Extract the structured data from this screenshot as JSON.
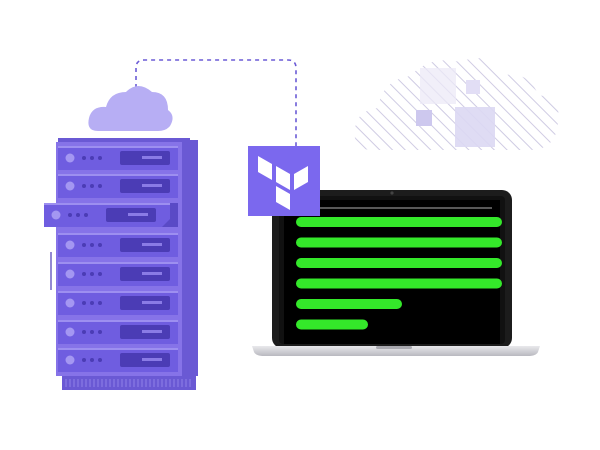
{
  "illustration": {
    "elements": [
      "server-rack",
      "cloud-icon",
      "terraform-logo-tile",
      "laptop",
      "terminal-screen",
      "hatched-cloud"
    ],
    "colors": {
      "rack_front": "#8673e8",
      "rack_side": "#6a59d4",
      "rack_drive": "#6f5de0",
      "rack_dark": "#4b3cb5",
      "cloud": "#b7aef4",
      "logo_tile": "#7b68ee",
      "terminal_bg": "#000000",
      "terminal_line": "#34e82a",
      "laptop_body": "#1c1c1c",
      "laptop_base": "#d9d9dd",
      "hatch": "#cfcbe3",
      "dashed_line": "#6b5bd6"
    },
    "terminal_line_count": 6
  }
}
